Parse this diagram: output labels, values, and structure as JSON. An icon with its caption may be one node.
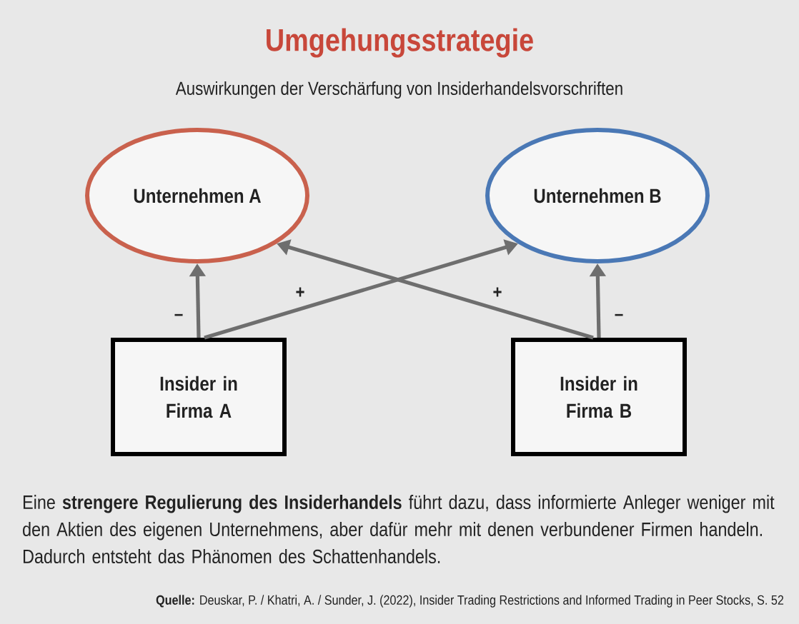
{
  "diagram": {
    "title": "Umgehungsstrategie",
    "nodes": [
      {
        "text": [
          "Unternehmen A"
        ]
      },
      {
        "text": [
          "Unternehmen B"
        ]
      },
      {
        "text": [
          "Insider in Firma A"
        ]
      },
      {
        "text": [
          "Insider in Firma B"
        ]
      }
    ],
    "edges": [
      {
        "from": 2,
        "to": 0,
        "arrow": "to",
        "label": "–"
      },
      {
        "from": 2,
        "to": 1,
        "arrow": "to",
        "label": "+"
      },
      {
        "from": 3,
        "to": 0,
        "arrow": "to",
        "label": "+"
      },
      {
        "from": 3,
        "to": 1,
        "arrow": "to",
        "label": "–"
      }
    ],
    "labels": [
      "Auswirkungen der Verschärfung von Insiderhandelsvorschriften",
      "**Quelle:** Deuskar, P. / Khatri, A. / Sunder, J. (2022), Insider Trading Restrictions and Informed Trading in Peer Stocks, S. 52"
    ],
    "caption": "Eine **strengere Regulierung des Insiderhandels** führt dazu, dass informierte Anleger weniger mit den Aktien des eigenen Unternehmens, aber dafür mehr mit denen verbundener Firmen handeln. Dadurch entsteht das Phänomen des Schattenhandels."
  }
}
